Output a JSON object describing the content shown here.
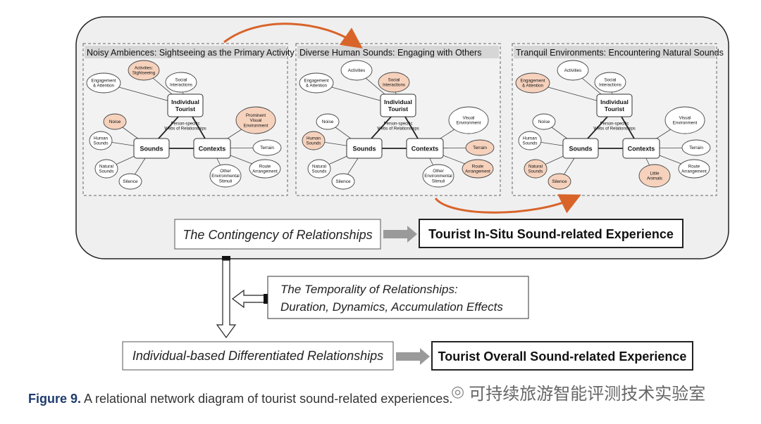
{
  "panels": [
    {
      "title": "Noisy Ambiences: Sightseeing as the Primary Activity",
      "tourist": [
        "Individual",
        "Tourist"
      ],
      "webs": [
        "Person-specific",
        "Webs of Relationships"
      ],
      "sounds": "Sounds",
      "contexts": "Contexts",
      "top_left": [
        "Engagement",
        "& Attention"
      ],
      "top_mid": [
        "Activities:",
        "Sightseeing"
      ],
      "top_right": [
        "Social",
        "Interactions"
      ],
      "noise": "Noise",
      "human": [
        "Human",
        "Sounds"
      ],
      "natural": [
        "Natural",
        "Sounds"
      ],
      "silence": "Silence",
      "visual": [
        "Prominent",
        "Visual",
        "Environment"
      ],
      "terrain": "Terrain",
      "route": [
        "Route",
        "Arrangement"
      ],
      "other": [
        "Other",
        "Environmental",
        "Stimuli"
      ],
      "highlight": [
        "top_mid",
        "noise",
        "visual"
      ]
    },
    {
      "title": "Diverse Human Sounds: Engaging with Others",
      "tourist": [
        "Individual",
        "Tourist"
      ],
      "webs": [
        "Person-specific",
        "Webs of Relationships"
      ],
      "sounds": "Sounds",
      "contexts": "Contexts",
      "top_left": [
        "Engagement",
        "& Attention"
      ],
      "top_mid": [
        "Activities"
      ],
      "top_right": [
        "Social",
        "Interactions"
      ],
      "noise": "Noise",
      "human": [
        "Human",
        "Sounds"
      ],
      "natural": [
        "Natural",
        "Sounds"
      ],
      "silence": "Silence",
      "visual": [
        "Visual",
        "Environment"
      ],
      "terrain": "Terrain",
      "route": [
        "Route",
        "Arrangement"
      ],
      "other": [
        "Other",
        "Environmental",
        "Stimuli"
      ],
      "highlight": [
        "top_right",
        "human",
        "terrain",
        "route"
      ]
    },
    {
      "title": "Tranquil Environments: Encountering Natural Sounds",
      "tourist": [
        "Individual",
        "Tourist"
      ],
      "webs": [
        "Person-specific",
        "Webs of Relationships"
      ],
      "sounds": "Sounds",
      "contexts": "Contexts",
      "top_left": [
        "Engagement",
        "& Attention"
      ],
      "top_mid": [
        "Activities"
      ],
      "top_right": [
        "Social",
        "Interactions"
      ],
      "noise": "Noise",
      "human": [
        "Human",
        "Sounds"
      ],
      "natural": [
        "Natural",
        "Sounds"
      ],
      "silence": "Silence",
      "visual": [
        "Visual",
        "Environment"
      ],
      "terrain": "Terrain",
      "route": [
        "Route",
        "Arrangement"
      ],
      "other": [
        "Little",
        "Animals"
      ],
      "highlight": [
        "top_left",
        "natural",
        "silence",
        "other"
      ]
    }
  ],
  "contingency": "The Contingency of Relationships",
  "insitu": "Tourist In-Situ Sound-related Experience",
  "temporality": [
    "The Temporality of Relationships:",
    "Duration, Dynamics, Accumulation Effects"
  ],
  "individual": "Individual-based Differentiated Relationships",
  "overall": "Tourist Overall Sound-related Experience",
  "caption": {
    "label": "Figure 9.",
    "text": "A relational network diagram of tourist sound-related experiences."
  },
  "watermark": "可持续旅游智能评测技术实验室",
  "colors": {
    "highlight_fill": "#f6d2bd",
    "panel_fill": "#f2f2f2",
    "outer_fill": "#efefef",
    "arrow_orange": "#d8642a",
    "title_bg": "#d6d6d6",
    "caption_blue": "#1f3a6e"
  }
}
